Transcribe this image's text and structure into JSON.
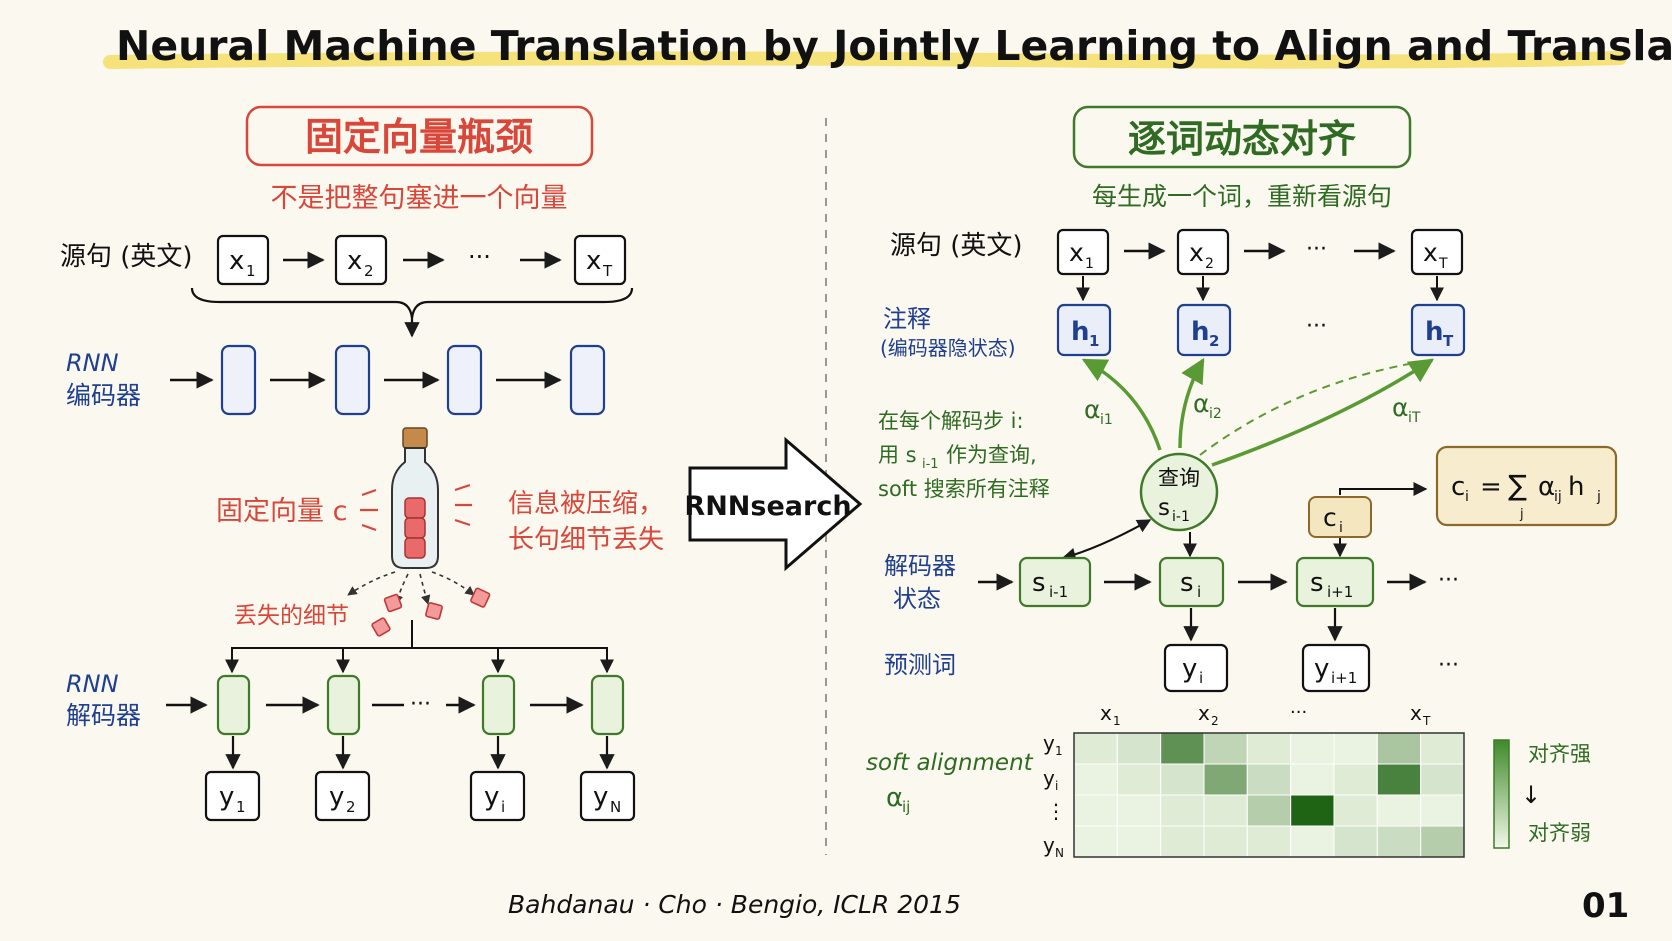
{
  "header": {
    "title": "Neural Machine Translation by Jointly Learning to Align and Translate 图解"
  },
  "left": {
    "title": "固定向量瓶颈",
    "subtitle": "不是把整句塞进一个向量",
    "source_label": "源句 (英文)",
    "tokens": {
      "x1": "x",
      "x2": "x",
      "xT": "x",
      "s1": "1",
      "s2": "2",
      "sT": "T"
    },
    "ellipsis": "···",
    "encoder_label_1": "RNN",
    "encoder_label_2": "编码器",
    "fixed_vector": "固定向量 c",
    "info_line_1": "信息被压缩，",
    "info_line_2": "长句细节丢失",
    "lost_details": "丢失的细节",
    "decoder_label_1": "RNN",
    "decoder_label_2": "解码器",
    "outputs": {
      "y": "y",
      "s1": "1",
      "s2": "2",
      "si": "i",
      "sN": "N"
    }
  },
  "arrow": {
    "label": "RNNsearch"
  },
  "right": {
    "title": "逐词动态对齐",
    "subtitle": "每生成一个词，重新看源句",
    "source_label": "源句 (英文)",
    "annotation_label_1": "注释",
    "annotation_label_2": "(编码器隐状态)",
    "h": "h",
    "alpha": "α",
    "alpha_subs": {
      "i1": "i1",
      "i2": "i2",
      "iT": "iT"
    },
    "step_text_1": "在每个解码步 i:",
    "step_text_2": "用 s",
    "step_text_2_sub": "i-1",
    "step_text_2_end": " 作为查询,",
    "step_text_3": "soft 搜索所有注释",
    "query_label": "查询",
    "query_state": "s",
    "query_sub": "i-1",
    "context": "c",
    "context_sub": "i",
    "formula_lhs": "c",
    "formula_eq": "=",
    "formula_sum": "∑",
    "formula_j": "j",
    "formula_body": "α",
    "formula_ij": "ij",
    "formula_h": " h",
    "decoder_label_1": "解码器",
    "decoder_label_2": "状态",
    "states": {
      "s": "s",
      "prev": "i-1",
      "cur": "i",
      "next": "i+1"
    },
    "predict_label": "预测词",
    "preds": {
      "y": "y",
      "cur": "i",
      "next": "i+1"
    },
    "soft_label_1": "soft alignment",
    "soft_label_2": "α",
    "soft_label_sub": "ij",
    "heat_cols": {
      "x": "x",
      "c1": "1",
      "c2": "2",
      "cT": "T"
    },
    "heat_rows": {
      "y": "y",
      "r1": "1",
      "ri": "i",
      "rN": "N",
      "dots": "⋮"
    },
    "legend_strong": "对齐强",
    "legend_arrow": "↓",
    "legend_weak": "对齐弱",
    "heatmap": [
      [
        0.1,
        0.15,
        0.7,
        0.25,
        0.1,
        0.05,
        0.05,
        0.35,
        0.1
      ],
      [
        0.05,
        0.1,
        0.15,
        0.55,
        0.2,
        0.05,
        0.1,
        0.8,
        0.15
      ],
      [
        0.05,
        0.05,
        0.1,
        0.1,
        0.3,
        1.0,
        0.1,
        0.05,
        0.05
      ],
      [
        0.05,
        0.05,
        0.1,
        0.1,
        0.1,
        0.05,
        0.15,
        0.2,
        0.3
      ]
    ]
  },
  "footer": {
    "authors": "Bahdanau · Cho · Bengio, ICLR 2015",
    "page": "01"
  },
  "colors": {
    "red": "#d9473a",
    "blue": "#1f3f8f",
    "green": "#3f7a2a",
    "green_fill": "#e9f2dc",
    "ink": "#1c1c1c",
    "highlight": "#f6e27a",
    "context_fill": "#f4e7bf"
  }
}
